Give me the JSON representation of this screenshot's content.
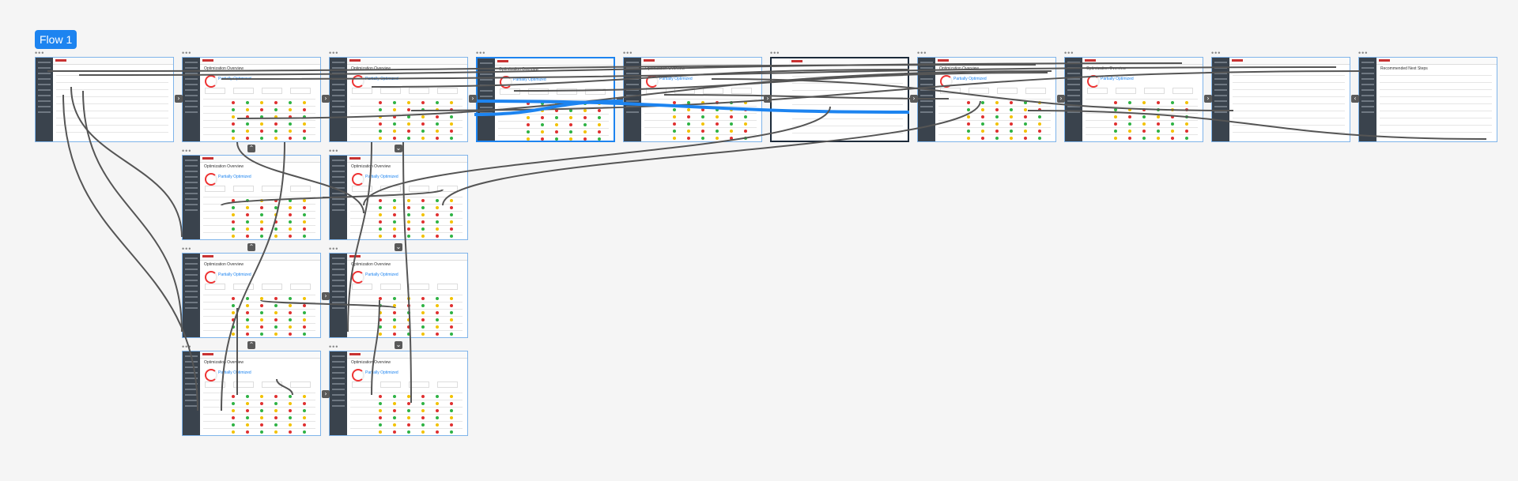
{
  "flow": {
    "label": "Flow 1"
  },
  "frames": [
    {
      "id": "f1",
      "title": "",
      "variant": "list"
    },
    {
      "id": "f2",
      "title": "Optimization Overview",
      "status": "Partially Optimized"
    },
    {
      "id": "f3",
      "title": "Optimization Overview",
      "status": "Partially Optimized"
    },
    {
      "id": "f4",
      "title": "Optimization Overview",
      "status": "Partially Optimized"
    },
    {
      "id": "f5",
      "title": "Optimization Overview",
      "status": "Partially Optimized"
    },
    {
      "id": "f6",
      "title": "",
      "variant": "modal"
    },
    {
      "id": "f7",
      "title": "Optimization Overview",
      "status": "Partially Optimized"
    },
    {
      "id": "f8",
      "title": "Optimization Overview",
      "status": "Partially Optimized"
    },
    {
      "id": "f9",
      "title": "",
      "variant": "table"
    },
    {
      "id": "f10",
      "title": "Recommended Next Steps",
      "variant": "text"
    },
    {
      "id": "f11",
      "title": "Optimization Overview",
      "status": "Partially Optimized"
    },
    {
      "id": "f12",
      "title": "Optimization Overview",
      "status": "Partially Optimized"
    },
    {
      "id": "f13",
      "title": "Optimization Overview",
      "status": "Partially Optimized"
    },
    {
      "id": "f14",
      "title": "Optimization Overview",
      "status": "Partially Optimized"
    },
    {
      "id": "f15",
      "title": "Optimization Overview",
      "status": "Partially Optimized"
    },
    {
      "id": "f16",
      "title": "Optimization Overview",
      "status": "Partially Optimized"
    }
  ],
  "colors": {
    "accent": "#1d84f0",
    "wire": "#555555",
    "status_red": "#e03030",
    "status_green": "#2fb344",
    "status_yellow": "#f2c200"
  },
  "icons": {
    "nav_right": "chevron-right-icon",
    "nav_down": "chevron-down-icon",
    "nav_up": "chevron-up-icon",
    "nav_left": "chevron-left-icon"
  }
}
